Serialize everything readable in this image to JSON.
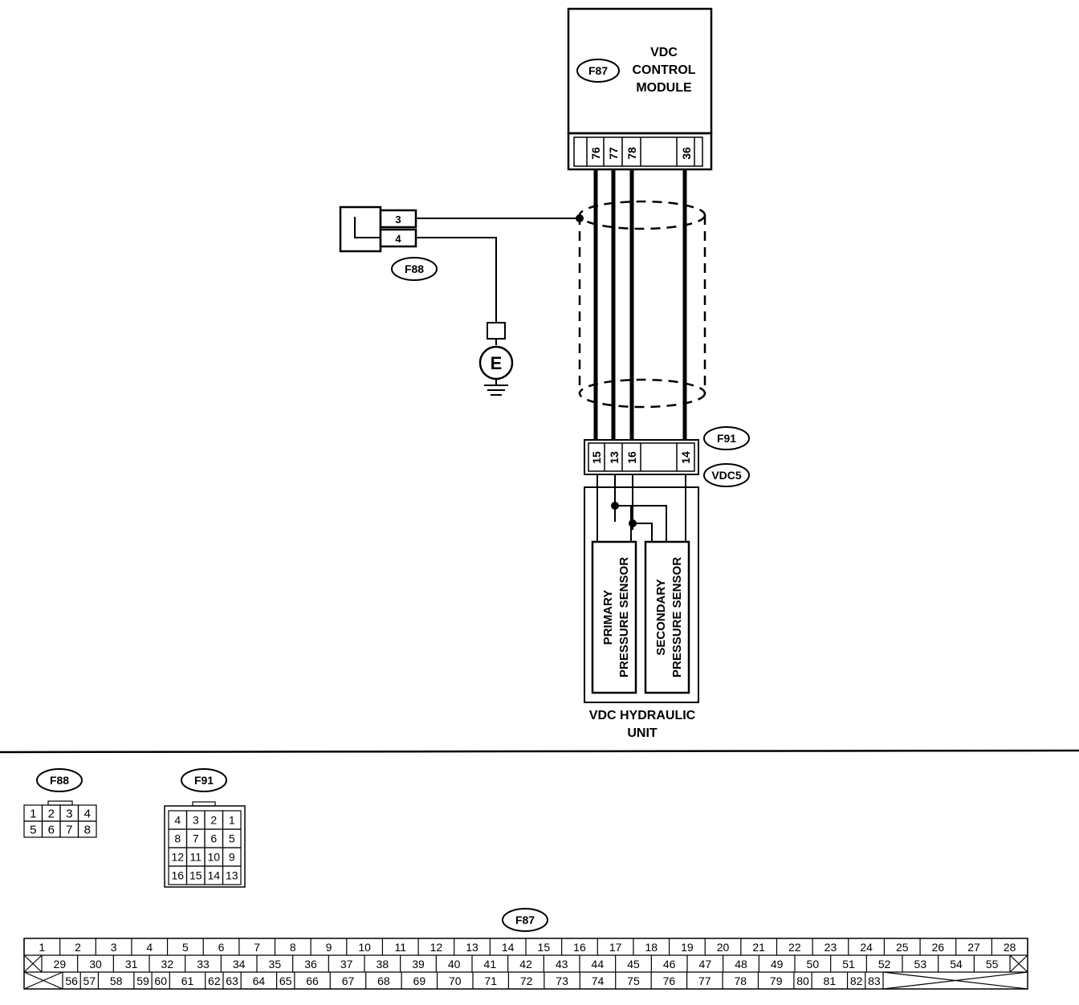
{
  "module": {
    "tag": "F87",
    "title": [
      "VDC",
      "CONTROL",
      "MODULE"
    ],
    "pins": [
      "76",
      "77",
      "78",
      "36"
    ]
  },
  "connector_f88": {
    "tag": "F88",
    "pins": [
      "3",
      "4"
    ],
    "ground_label": "E"
  },
  "unit": {
    "tags": [
      "F91",
      "VDC5"
    ],
    "pins": [
      "15",
      "13",
      "16",
      "14"
    ],
    "title": [
      "VDC HYDRAULIC",
      "UNIT"
    ],
    "primary_sensor": [
      "PRIMARY",
      "PRESSURE SENSOR"
    ],
    "secondary_sensor": [
      "SECONDARY",
      "PRESSURE SENSOR"
    ]
  },
  "face_f88": {
    "tag": "F88",
    "rows": [
      [
        "1",
        "2",
        "3",
        "4"
      ],
      [
        "5",
        "6",
        "7",
        "8"
      ]
    ]
  },
  "face_f91": {
    "tag": "F91",
    "rows": [
      [
        "4",
        "3",
        "2",
        "1"
      ],
      [
        "8",
        "7",
        "6",
        "5"
      ],
      [
        "12",
        "11",
        "10",
        "9"
      ],
      [
        "16",
        "15",
        "14",
        "13"
      ]
    ]
  },
  "face_f87": {
    "tag": "F87",
    "row1": [
      "1",
      "2",
      "3",
      "4",
      "5",
      "6",
      "7",
      "8",
      "9",
      "10",
      "11",
      "12",
      "13",
      "14",
      "15",
      "16",
      "17",
      "18",
      "19",
      "20",
      "21",
      "22",
      "23",
      "24",
      "25",
      "26",
      "27",
      "28"
    ],
    "row2": [
      "29",
      "30",
      "31",
      "32",
      "33",
      "34",
      "35",
      "36",
      "37",
      "38",
      "39",
      "40",
      "41",
      "42",
      "43",
      "44",
      "45",
      "46",
      "47",
      "48",
      "49",
      "50",
      "51",
      "52",
      "53",
      "54",
      "55"
    ],
    "row3": [
      "56",
      "57",
      "58",
      "59",
      "60",
      "61",
      "62",
      "63",
      "64",
      "65",
      "66",
      "67",
      "68",
      "69",
      "70",
      "71",
      "72",
      "73",
      "74",
      "75",
      "76",
      "77",
      "78",
      "79",
      "80",
      "81",
      "82",
      "83"
    ]
  }
}
